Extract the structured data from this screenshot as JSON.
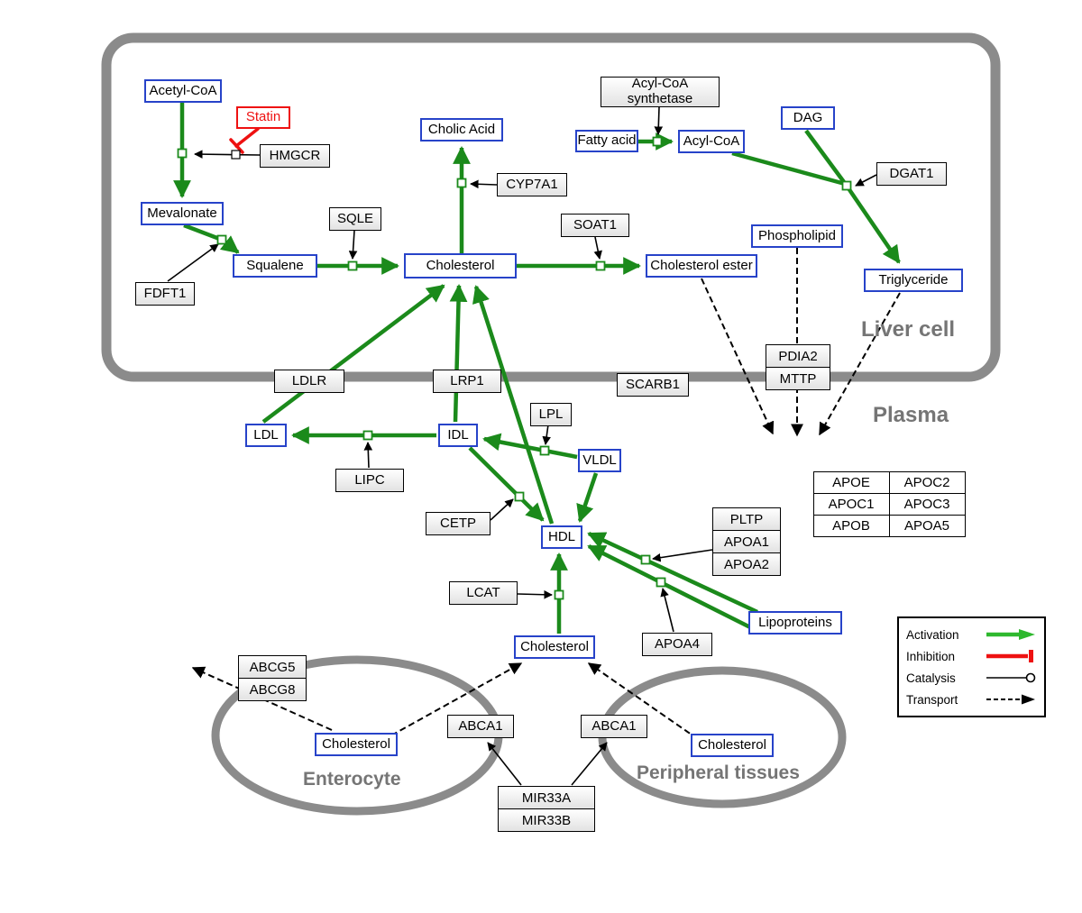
{
  "diagram": "Cholesterol metabolism pathway",
  "compartments": {
    "liver": "Liver cell",
    "plasma": "Plasma",
    "enterocyte": "Enterocyte",
    "peripheral": "Peripheral tissues"
  },
  "nodes": {
    "acetyl_coa": "Acetyl-CoA",
    "statin": "Statin",
    "hmgcr": "HMGCR",
    "mevalonate": "Mevalonate",
    "fdft1": "FDFT1",
    "squalene": "Squalene",
    "sqle": "SQLE",
    "cholesterol_liver": "Cholesterol",
    "cholic_acid": "Cholic Acid",
    "cyp7a1": "CYP7A1",
    "soat1": "SOAT1",
    "cholesterol_ester": "Cholesterol ester",
    "acyl_coa_synthetase": "Acyl-CoA synthetase",
    "fatty_acid": "Fatty acid",
    "acyl_coa": "Acyl-CoA",
    "dag": "DAG",
    "dgat1": "DGAT1",
    "phospholipid": "Phospholipid",
    "triglyceride": "Triglyceride",
    "pdia2": "PDIA2",
    "mttp": "MTTP",
    "ldlr": "LDLR",
    "lrp1": "LRP1",
    "scarb1": "SCARB1",
    "lpl": "LPL",
    "ldl": "LDL",
    "idl": "IDL",
    "vldl": "VLDL",
    "lipc": "LIPC",
    "cetp": "CETP",
    "hdl": "HDL",
    "pltp": "PLTP",
    "apoa1": "APOA1",
    "apoa2": "APOA2",
    "lcat": "LCAT",
    "apoa4": "APOA4",
    "lipoproteins": "Lipoproteins",
    "cholesterol_plasma": "Cholesterol",
    "abcg5": "ABCG5",
    "abcg8": "ABCG8",
    "abca1_left": "ABCA1",
    "abca1_right": "ABCA1",
    "cholesterol_enterocyte": "Cholesterol",
    "cholesterol_peripheral": "Cholesterol",
    "mir33a": "MIR33A",
    "mir33b": "MIR33B"
  },
  "apo_table": {
    "rows": [
      [
        "APOE",
        "APOC2"
      ],
      [
        "APOC1",
        "APOC3"
      ],
      [
        "APOB",
        "APOA5"
      ]
    ]
  },
  "legend": {
    "activation": "Activation",
    "inhibition": "Inhibition",
    "catalysis": "Catalysis",
    "transport": "Transport"
  },
  "colors": {
    "activation_green": "#1b8a1b",
    "legend_green": "#2eb82e",
    "inhibition_red": "#ee1111",
    "metabolite_blue": "#2743c9",
    "membrane_gray": "#8b8b8b",
    "label_gray": "#757575"
  }
}
